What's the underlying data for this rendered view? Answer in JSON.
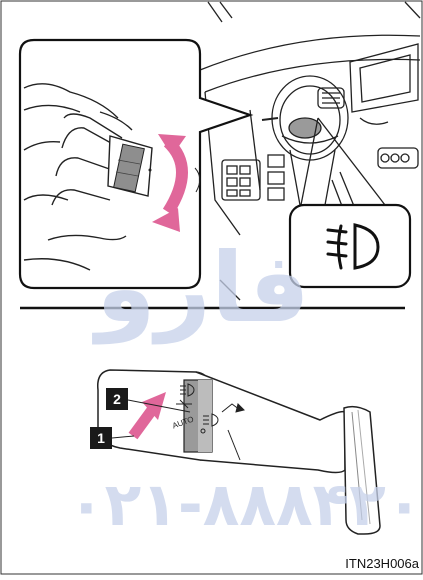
{
  "figure": {
    "tags": {
      "tag1": "1",
      "tag2": "2"
    },
    "switch_labels": {
      "auto": "AUTO"
    },
    "reference_code": "ITN23H006a",
    "watermark": {
      "line1": "فارو",
      "line2": "۰۲۱-۸۸۸۴۲۰"
    },
    "icons": [
      "fog-light-icon",
      "headlight-icon",
      "parking-light-icon",
      "rotation-arrow-icon",
      "push-arrow-icon"
    ]
  }
}
